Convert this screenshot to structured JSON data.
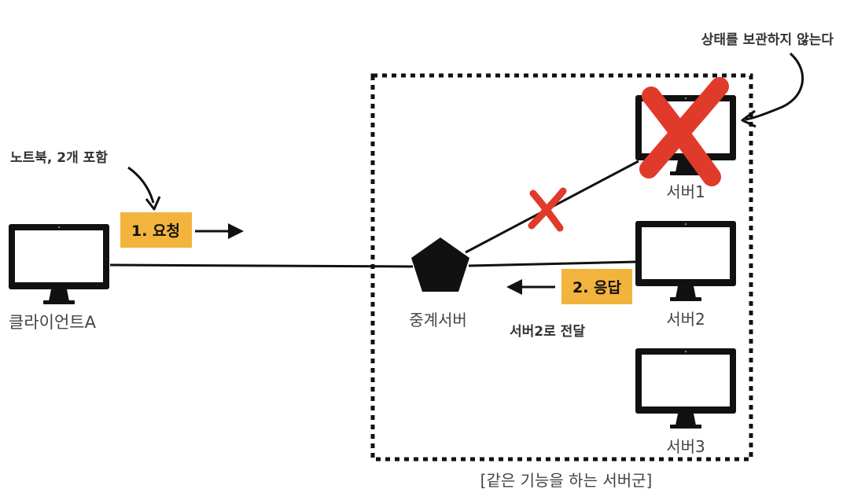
{
  "client": {
    "name": "클라이언트A"
  },
  "annotations": {
    "laptop_note": "노트북, 2개 포함",
    "stateless_note": "상태를 보관하지 않는다",
    "forward_note": "서버2로 전달"
  },
  "steps": {
    "request": "1. 요청",
    "response": "2. 응답"
  },
  "relay": {
    "name": "중계서버"
  },
  "servers": [
    {
      "name": "서버1",
      "status": "down"
    },
    {
      "name": "서버2",
      "status": "up"
    },
    {
      "name": "서버3",
      "status": "up"
    }
  ],
  "group": {
    "caption": "[같은 기능을 하는 서버군]"
  },
  "colors": {
    "step_tag": "#f2b43c",
    "failure_mark": "#e03a2a",
    "line": "#111111"
  }
}
